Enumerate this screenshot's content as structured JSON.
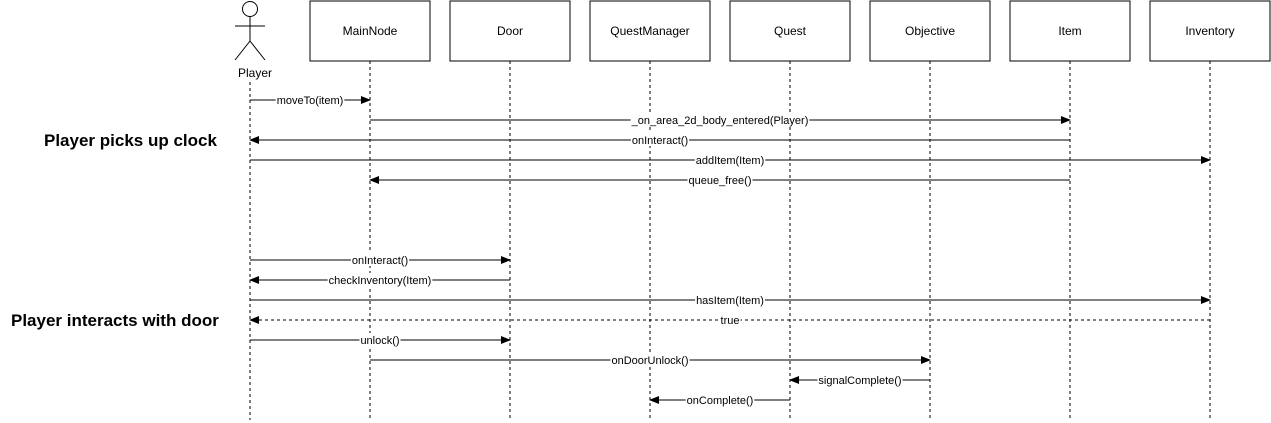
{
  "actors": [
    {
      "id": "player",
      "label": "Player",
      "kind": "stick-figure"
    },
    {
      "id": "mainnode",
      "label": "MainNode",
      "kind": "box"
    },
    {
      "id": "door",
      "label": "Door",
      "kind": "box"
    },
    {
      "id": "questmanager",
      "label": "QuestManager",
      "kind": "box"
    },
    {
      "id": "quest",
      "label": "Quest",
      "kind": "box"
    },
    {
      "id": "objective",
      "label": "Objective",
      "kind": "box"
    },
    {
      "id": "item",
      "label": "Item",
      "kind": "box"
    },
    {
      "id": "inventory",
      "label": "Inventory",
      "kind": "box"
    }
  ],
  "messages": [
    {
      "from": "player",
      "to": "mainnode",
      "label": "moveTo(item)",
      "style": "solid"
    },
    {
      "from": "mainnode",
      "to": "item",
      "label": "_on_area_2d_body_entered(Player)",
      "style": "solid"
    },
    {
      "from": "item",
      "to": "player",
      "label": "onInteract()",
      "style": "solid"
    },
    {
      "from": "player",
      "to": "inventory",
      "label": "addItem(Item)",
      "style": "solid"
    },
    {
      "from": "item",
      "to": "mainnode",
      "label": "queue_free()",
      "style": "solid"
    },
    {
      "from": "player",
      "to": "door",
      "label": "onInteract()",
      "style": "solid"
    },
    {
      "from": "door",
      "to": "player",
      "label": "checkInventory(Item)",
      "style": "solid"
    },
    {
      "from": "player",
      "to": "inventory",
      "label": "hasItem(Item)",
      "style": "solid"
    },
    {
      "from": "inventory",
      "to": "player",
      "label": "true",
      "style": "dashed"
    },
    {
      "from": "player",
      "to": "door",
      "label": "unlock()",
      "style": "solid"
    },
    {
      "from": "mainnode",
      "to": "objective",
      "label": "onDoorUnlock()",
      "style": "solid"
    },
    {
      "from": "objective",
      "to": "quest",
      "label": "signalComplete()",
      "style": "solid"
    },
    {
      "from": "quest",
      "to": "questmanager",
      "label": "onComplete()",
      "style": "solid"
    }
  ],
  "sections": [
    {
      "label": "Player picks up clock"
    },
    {
      "label": "Player interacts with door"
    }
  ]
}
